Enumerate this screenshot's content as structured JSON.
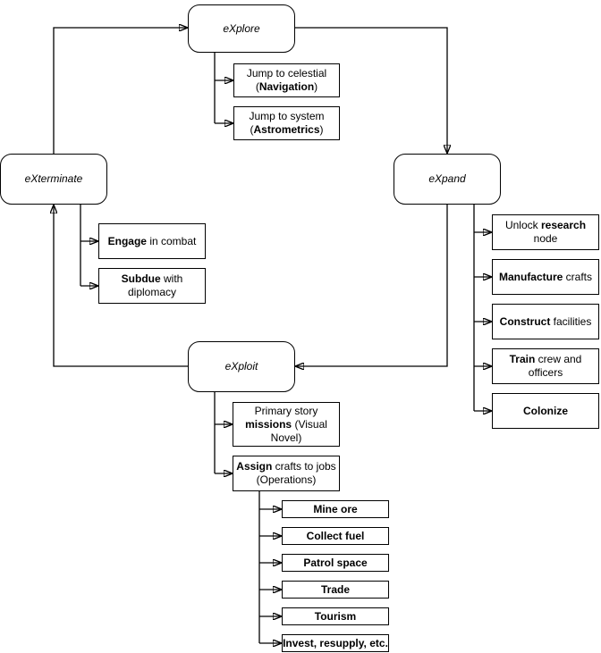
{
  "nodes": {
    "explore": {
      "label": "eXplore"
    },
    "expand": {
      "label": "eXpand"
    },
    "exploit": {
      "label": "eXploit"
    },
    "exterminate": {
      "label": "eXterminate"
    }
  },
  "boxes": {
    "nav": {
      "pre": "Jump to celestial (",
      "bold": "Navigation",
      "post": ")"
    },
    "astro": {
      "pre": "Jump to system (",
      "bold": "Astrometrics",
      "post": ")"
    },
    "engage": {
      "bold": "Engage",
      "post": " in combat"
    },
    "subdue": {
      "bold": "Subdue",
      "post": " with diplomacy"
    },
    "research": {
      "pre": "Unlock ",
      "bold": "research",
      "post": " node"
    },
    "manufacture": {
      "bold": "Manufacture",
      "post": " crafts"
    },
    "construct": {
      "bold": "Construct",
      "post": " facilities"
    },
    "train": {
      "bold": "Train",
      "post": " crew and officers"
    },
    "colonize": {
      "bold": "Colonize"
    },
    "missions": {
      "pre": "Primary story ",
      "bold": "missions",
      "post": " (Visual Novel)"
    },
    "assign": {
      "bold": "Assign",
      "post": " crafts to jobs (Operations)"
    },
    "jobs": [
      {
        "bold": "Mine ore"
      },
      {
        "bold": "Collect fuel"
      },
      {
        "bold": "Patrol space"
      },
      {
        "bold": "Trade"
      },
      {
        "bold": "Tourism"
      },
      {
        "bold": "Invest, resupply, etc."
      }
    ]
  },
  "colors": {
    "line": "#000000",
    "box_fill": "#ffffff",
    "background": "#ffffff",
    "text": "#000000"
  }
}
